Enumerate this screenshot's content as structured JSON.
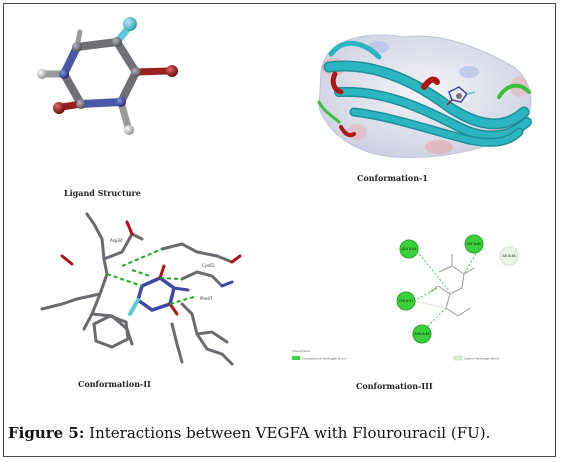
{
  "figure": {
    "caption_label": "Figure 5:",
    "caption_text": " Interactions between VEGFA with Flourouracil (FU)."
  },
  "panels": {
    "ligand": {
      "label": "Ligand Structure"
    },
    "conf1": {
      "label": "Conformation-1"
    },
    "conf2": {
      "label": "Conformation-II",
      "residues": [
        "Asp34",
        "Cys61",
        "Phe47"
      ]
    },
    "conf3": {
      "label": "Conformation-III",
      "residues": [
        "GLU A:44",
        "GLY A:65",
        "ILE A:46",
        "CYS A:51",
        "ARG A:48"
      ],
      "legend_title": "Interactions",
      "legend_items": [
        "Conventional Hydrogen Bond",
        "Carbon Hydrogen Bond"
      ]
    }
  },
  "colors": {
    "hbond_conventional": "#39d039",
    "hbond_carbon": "#d8f0d2",
    "ribbon": "#2ab5c0",
    "ribbon_dark": "#1e8f99",
    "surface": "#d3d9e6",
    "carbon": "#7c7c84",
    "nitrogen": "#3d48a8",
    "oxygen": "#b01515",
    "fluorine": "#5ec9d8",
    "hydrogen": "#c9c9c9"
  }
}
